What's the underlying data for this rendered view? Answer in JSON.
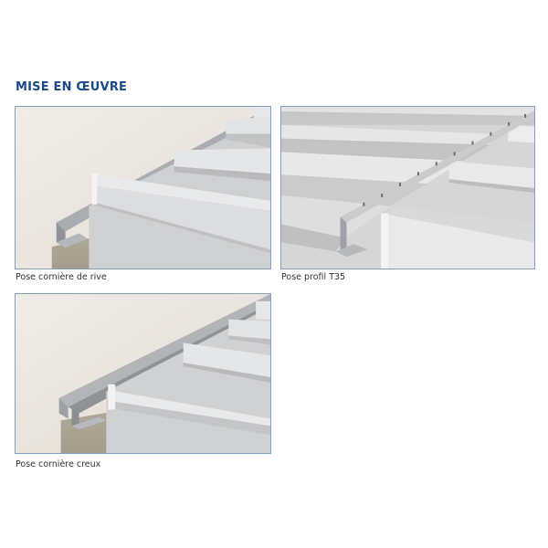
{
  "section": {
    "title": "MISE EN ŒUVRE"
  },
  "figures": [
    {
      "id": "rive",
      "image": "ceiling-edge-angle-installation-image",
      "caption": "Pose cornière de rive"
    },
    {
      "id": "t35",
      "image": "ceiling-t35-profile-installation-image",
      "caption": "Pose profil T35"
    },
    {
      "id": "creux",
      "image": "ceiling-hollow-angle-installation-image",
      "caption": "Pose cornière creux"
    }
  ],
  "colors": {
    "title": "#1b4a8a",
    "panel_border": "#7f9ec4",
    "caption": "#333333"
  }
}
